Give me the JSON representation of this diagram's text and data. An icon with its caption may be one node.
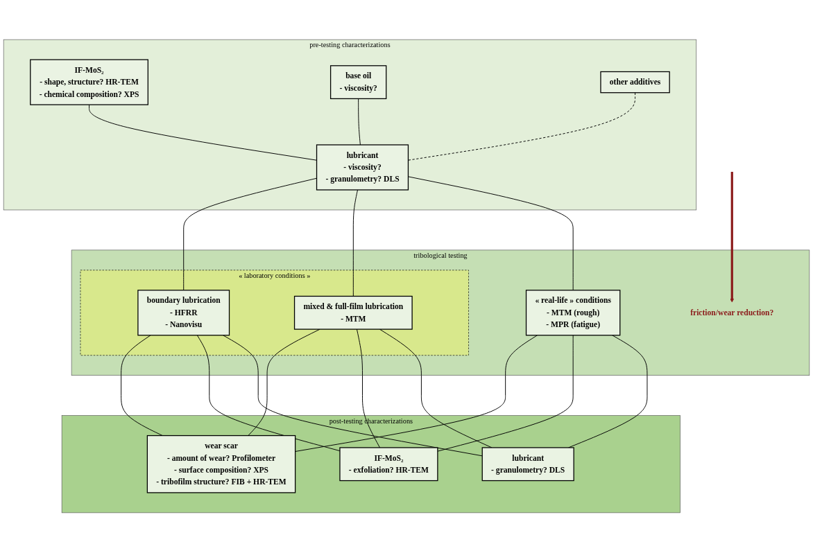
{
  "diagram": {
    "nodes": [
      {
        "text": [
          "pre-testing characterizations"
        ]
      },
      {
        "text": [
          "IF-MoS₂",
          "- shape, structure? HR-TEM",
          "- chemical composition? XPS"
        ],
        "in": 0
      },
      {
        "text": [
          "base oil",
          "- viscosity?"
        ],
        "in": 0
      },
      {
        "text": [
          "other additives"
        ],
        "in": 0
      },
      {
        "text": [
          "lubricant",
          "- viscosity?",
          "- granulometry? DLS"
        ],
        "in": 0
      },
      {
        "text": [
          "tribological testing"
        ]
      },
      {
        "text": [
          "« laboratory conditions »"
        ],
        "in": 5
      },
      {
        "text": [
          "boundary lubrication",
          "- HFRR",
          "- Nanovisu"
        ],
        "in": 6
      },
      {
        "text": [
          "mixed & full-film lubrication",
          "- MTM"
        ],
        "in": 6
      },
      {
        "text": [
          "« real-life » conditions",
          "- MTM (rough)",
          "- MPR (fatigue)"
        ],
        "in": 5
      },
      {
        "text": [
          "friction/wear reduction?"
        ],
        "in": 5
      },
      {
        "text": [
          "post-testing characterizations"
        ]
      },
      {
        "text": [
          "wear scar",
          "- amount of wear? Profilometer",
          "- surface composition? XPS",
          "- tribofilm structure? FIB + HR-TEM"
        ],
        "in": 11
      },
      {
        "text": [
          "IF-MoS₂",
          "- exfoliation? HR-TEM"
        ],
        "in": 11
      },
      {
        "text": [
          "lubricant",
          "- granulometry? DLS"
        ],
        "in": 11
      }
    ],
    "edges": [
      {
        "from": 1,
        "to": 4,
        "arrow": "none"
      },
      {
        "from": 2,
        "to": 4,
        "arrow": "none"
      },
      {
        "from": 3,
        "to": 4,
        "arrow": "none",
        "style": "dashed"
      },
      {
        "from": 4,
        "to": 7,
        "arrow": "none"
      },
      {
        "from": 4,
        "to": 8,
        "arrow": "none"
      },
      {
        "from": 4,
        "to": 9,
        "arrow": "none"
      },
      {
        "from": null,
        "to": 10,
        "arrow": "to",
        "style": "thick",
        "color": "#8b1a1a"
      },
      {
        "from": 7,
        "to": 12,
        "arrow": "none"
      },
      {
        "from": 7,
        "to": 13,
        "arrow": "none"
      },
      {
        "from": 7,
        "to": 14,
        "arrow": "none"
      },
      {
        "from": 8,
        "to": 12,
        "arrow": "none"
      },
      {
        "from": 8,
        "to": 13,
        "arrow": "none"
      },
      {
        "from": 8,
        "to": 14,
        "arrow": "none"
      },
      {
        "from": 9,
        "to": 12,
        "arrow": "none"
      },
      {
        "from": 9,
        "to": 13,
        "arrow": "none"
      },
      {
        "from": 9,
        "to": 14,
        "arrow": "none"
      }
    ]
  }
}
